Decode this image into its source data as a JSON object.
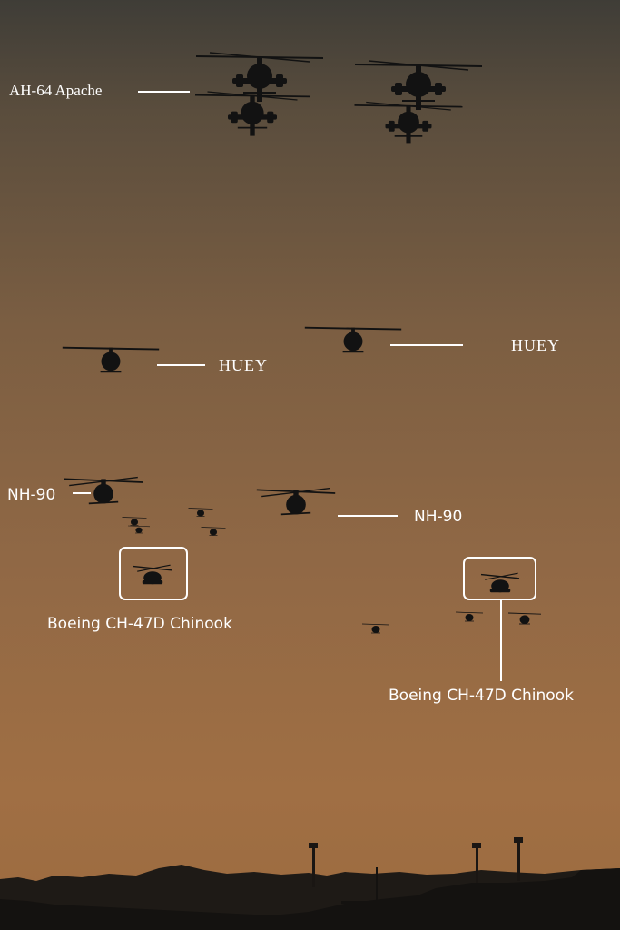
{
  "colors": {
    "label": "#ffffff",
    "silhouette": "#121212"
  },
  "labels": {
    "apache": "AH-64 Apache",
    "huey_left": "HUEY",
    "huey_right": "HUEY",
    "nh90_left": "NH-90",
    "nh90_right": "NH-90",
    "chinook_left": "Boeing CH-47D Chinook",
    "chinook_right": "Boeing CH-47D Chinook"
  }
}
